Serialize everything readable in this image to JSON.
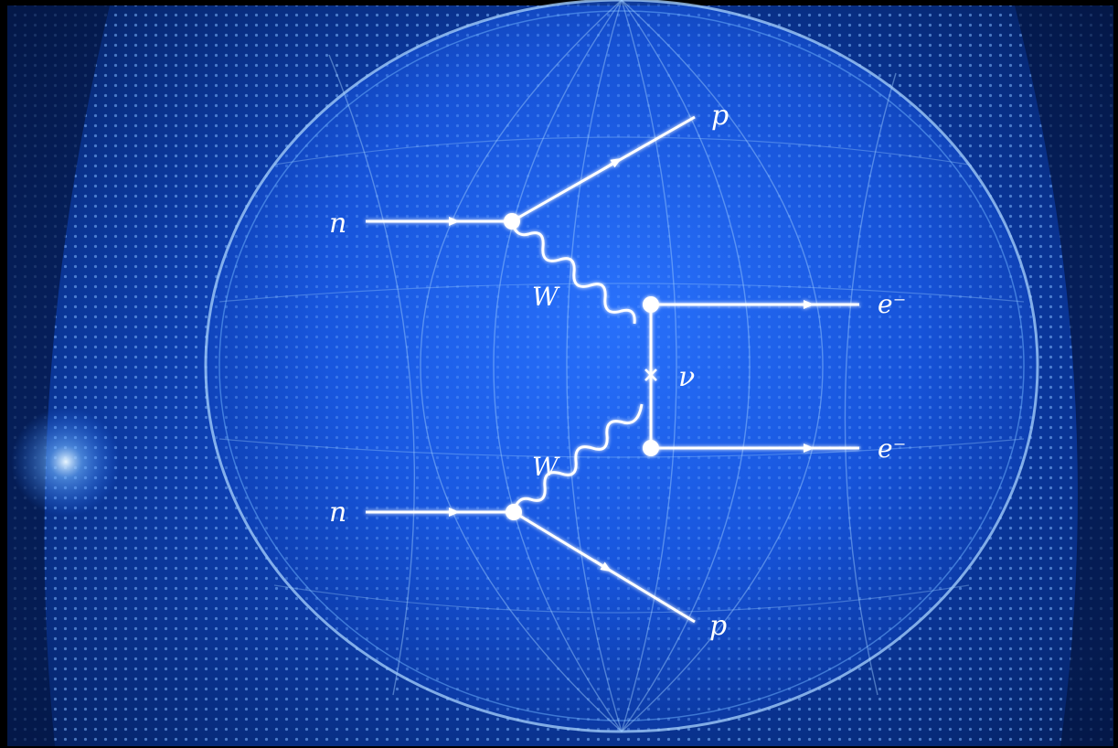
{
  "background": {
    "description_icon": "photomultiplier-sphere-detector",
    "colors": {
      "outer": "#000000",
      "deep": "#06205e",
      "mid": "#0d3fb0",
      "glow": "#2f7cff",
      "highlight": "#9fd0ff",
      "lines": "#ffffff"
    }
  },
  "diagram": {
    "labels": {
      "neutron_top": "n",
      "neutron_bottom": "n",
      "proton_top": "p",
      "proton_bottom": "p",
      "w_top": "W",
      "w_bottom": "W",
      "electron_top": "e⁻",
      "electron_bottom": "e⁻",
      "neutrino": "ν"
    }
  }
}
